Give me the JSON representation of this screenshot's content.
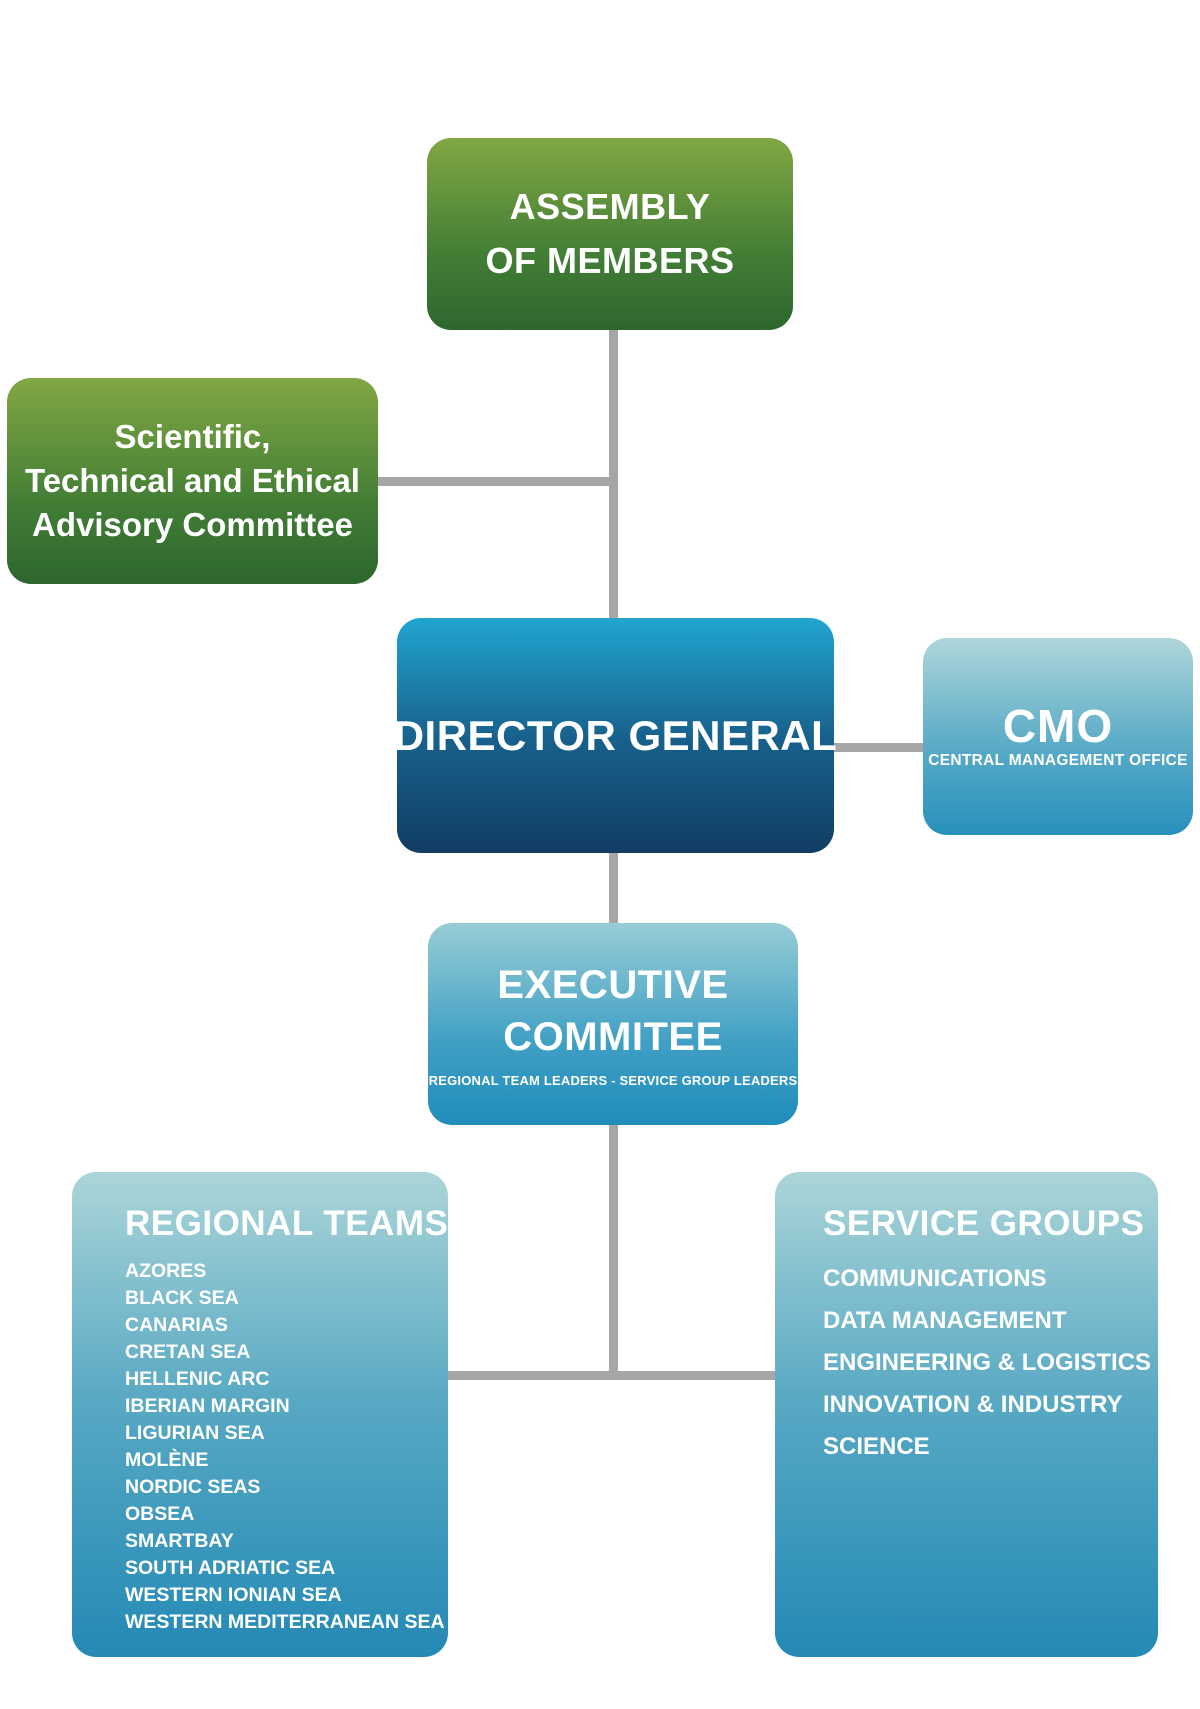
{
  "chart": {
    "assembly": {
      "line1": "ASSEMBLY",
      "line2": "OF MEMBERS"
    },
    "advisory": {
      "line1": "Scientific,",
      "line2": "Technical and Ethical",
      "line3": "Advisory Committee"
    },
    "director_general": {
      "title": "DIRECTOR GENERAL"
    },
    "cmo": {
      "title": "CMO",
      "subtitle": "CENTRAL MANAGEMENT OFFICE"
    },
    "executive": {
      "line1": "EXECUTIVE",
      "line2": "COMMITEE",
      "subtitle": "REGIONAL TEAM LEADERS - SERVICE GROUP LEADERS"
    },
    "regional_teams": {
      "title": "REGIONAL TEAMS",
      "items": [
        "AZORES",
        "BLACK SEA",
        "CANARIAS",
        "CRETAN SEA",
        "HELLENIC ARC",
        "IBERIAN MARGIN",
        "LIGURIAN SEA",
        "MOLÈNE",
        "NORDIC SEAS",
        "OBSEA",
        "SMARTBAY",
        "SOUTH ADRIATIC SEA",
        "WESTERN IONIAN SEA",
        "WESTERN MEDITERRANEAN SEA"
      ]
    },
    "service_groups": {
      "title": "SERVICE GROUPS",
      "items": [
        "COMMUNICATIONS",
        "DATA MANAGEMENT",
        "ENGINEERING & LOGISTICS",
        "INNOVATION & INDUSTRY",
        "SCIENCE"
      ]
    }
  },
  "colors": {
    "green_top": "#82a743",
    "green_bottom": "#2d672e",
    "blue_top": "#21a5d0",
    "blue_bottom": "#123d63",
    "teal_pale": "#aed6da",
    "teal_mid": "#2790bc",
    "exec_top": "#97cdd5",
    "exec_bottom": "#1f8dbb",
    "group_top": "#abd5d8",
    "group_bottom": "#2489b5",
    "connector": "#a6a6a6",
    "text": "#ffffff"
  }
}
